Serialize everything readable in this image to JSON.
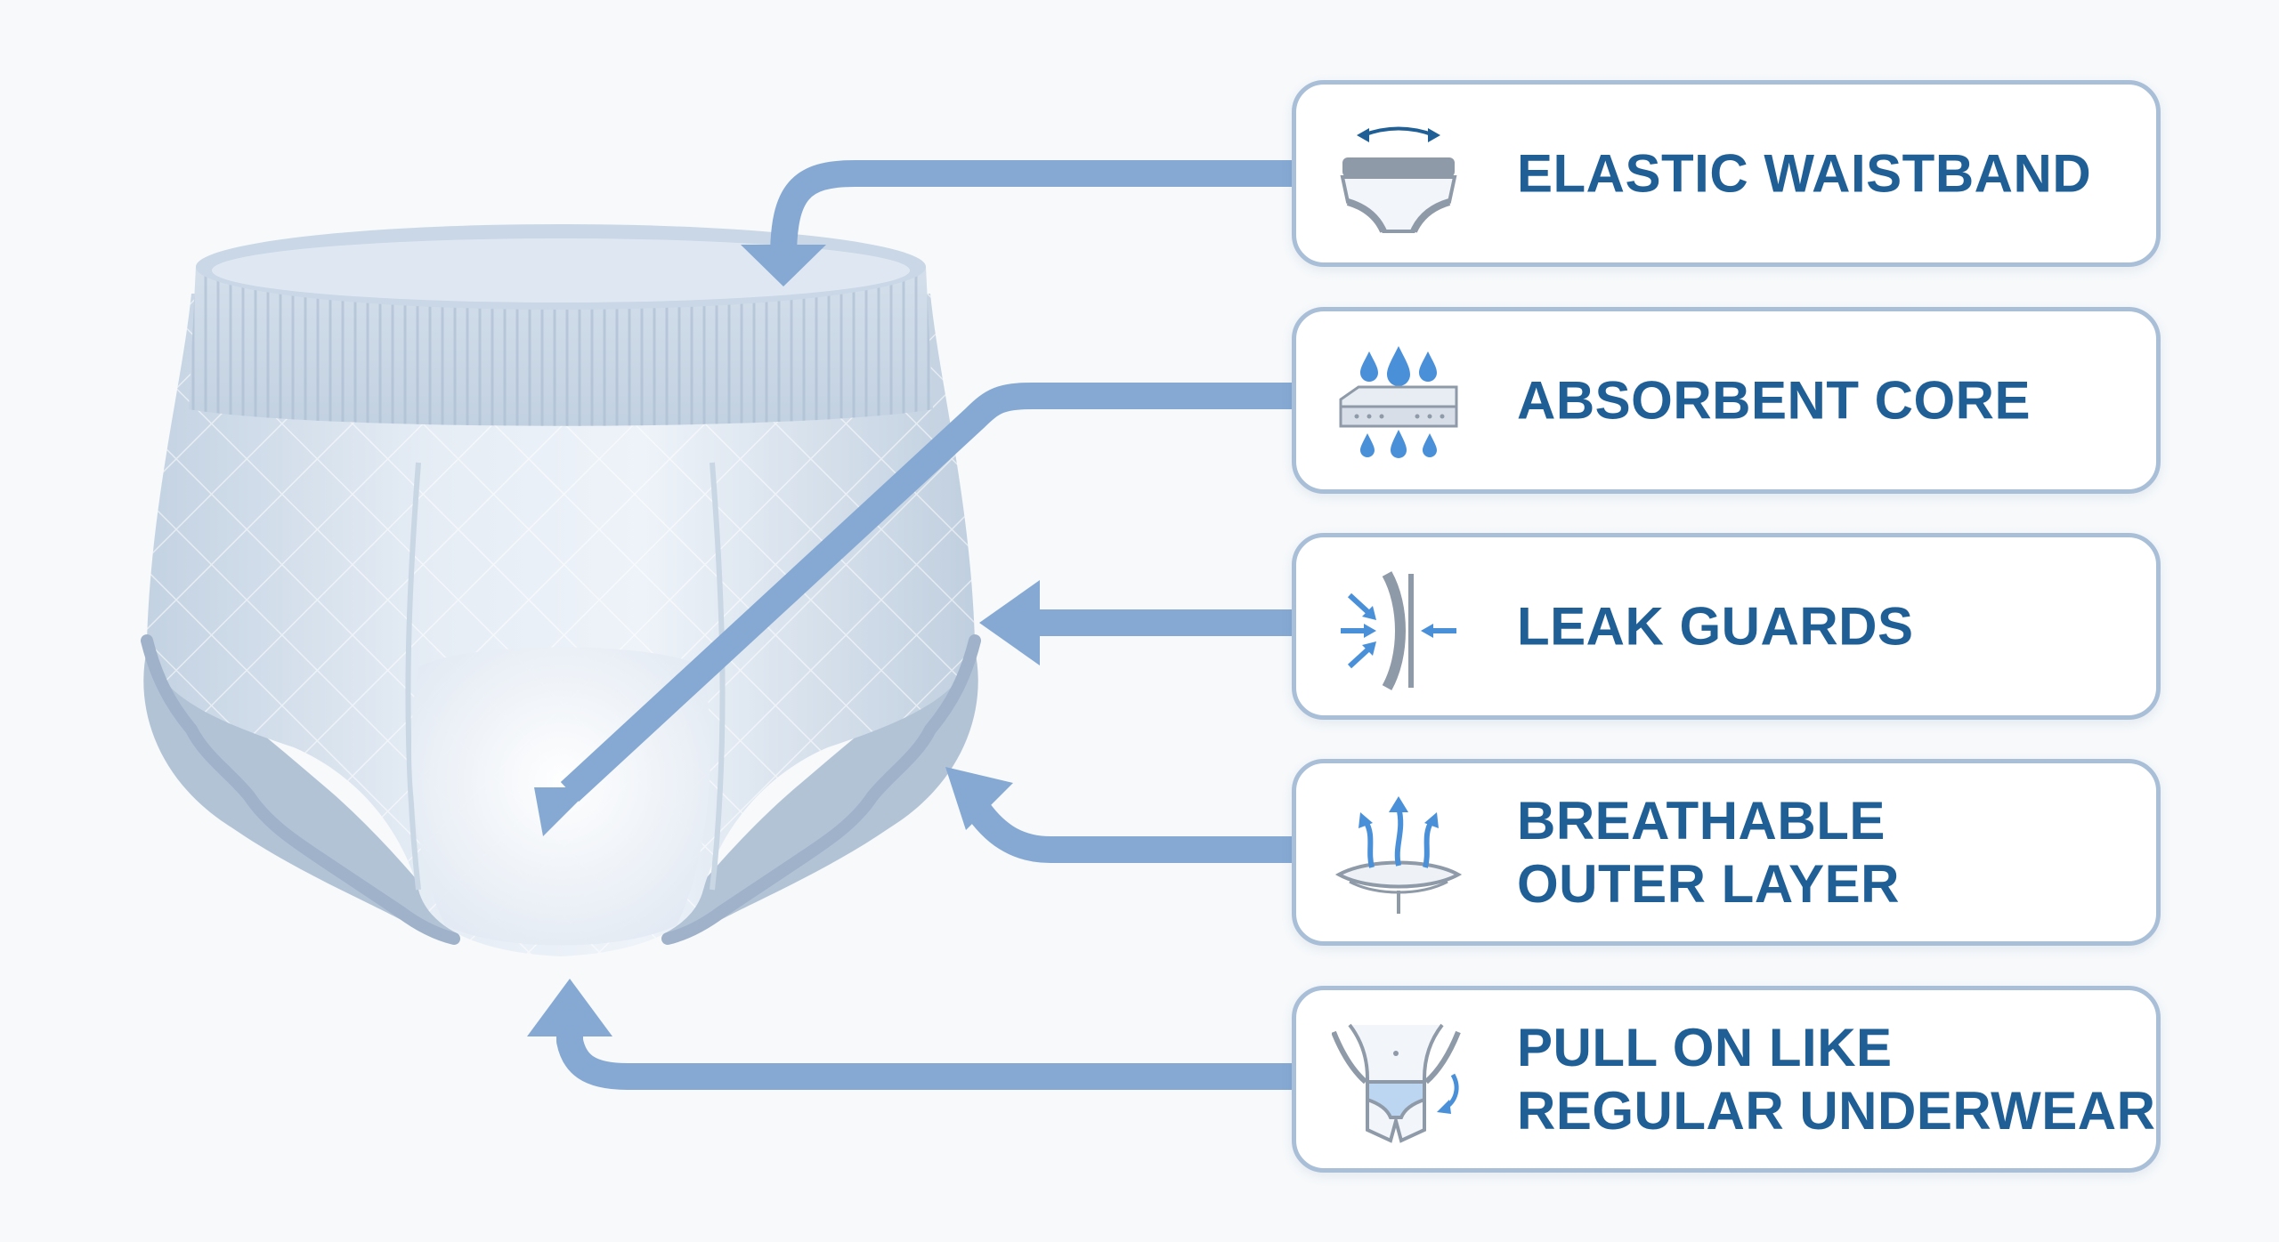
{
  "features": [
    {
      "id": "elastic-waistband",
      "lines": [
        "ELASTIC WAISTBAND"
      ],
      "icon": "waistband-briefs-icon"
    },
    {
      "id": "absorbent-core",
      "lines": [
        "ABSORBENT CORE"
      ],
      "icon": "absorbent-core-drops-icon"
    },
    {
      "id": "leak-guards",
      "lines": [
        "LEAK GUARDS"
      ],
      "icon": "leak-guard-barrier-icon"
    },
    {
      "id": "breathable-outer-layer",
      "lines": [
        "BREATHABLE",
        "OUTER LAYER"
      ],
      "icon": "breathable-airflow-icon"
    },
    {
      "id": "pull-on",
      "lines": [
        "PULL ON LIKE",
        "REGULAR UNDERWEAR"
      ],
      "icon": "pull-on-body-icon"
    }
  ],
  "colors": {
    "arrow": "#86a9d3",
    "label_text": "#1f5f96",
    "card_border": "#a9bfd8",
    "icon_blue": "#4a90d9",
    "product_fill": "#dde6f0",
    "product_shade": "#b9c8da"
  }
}
